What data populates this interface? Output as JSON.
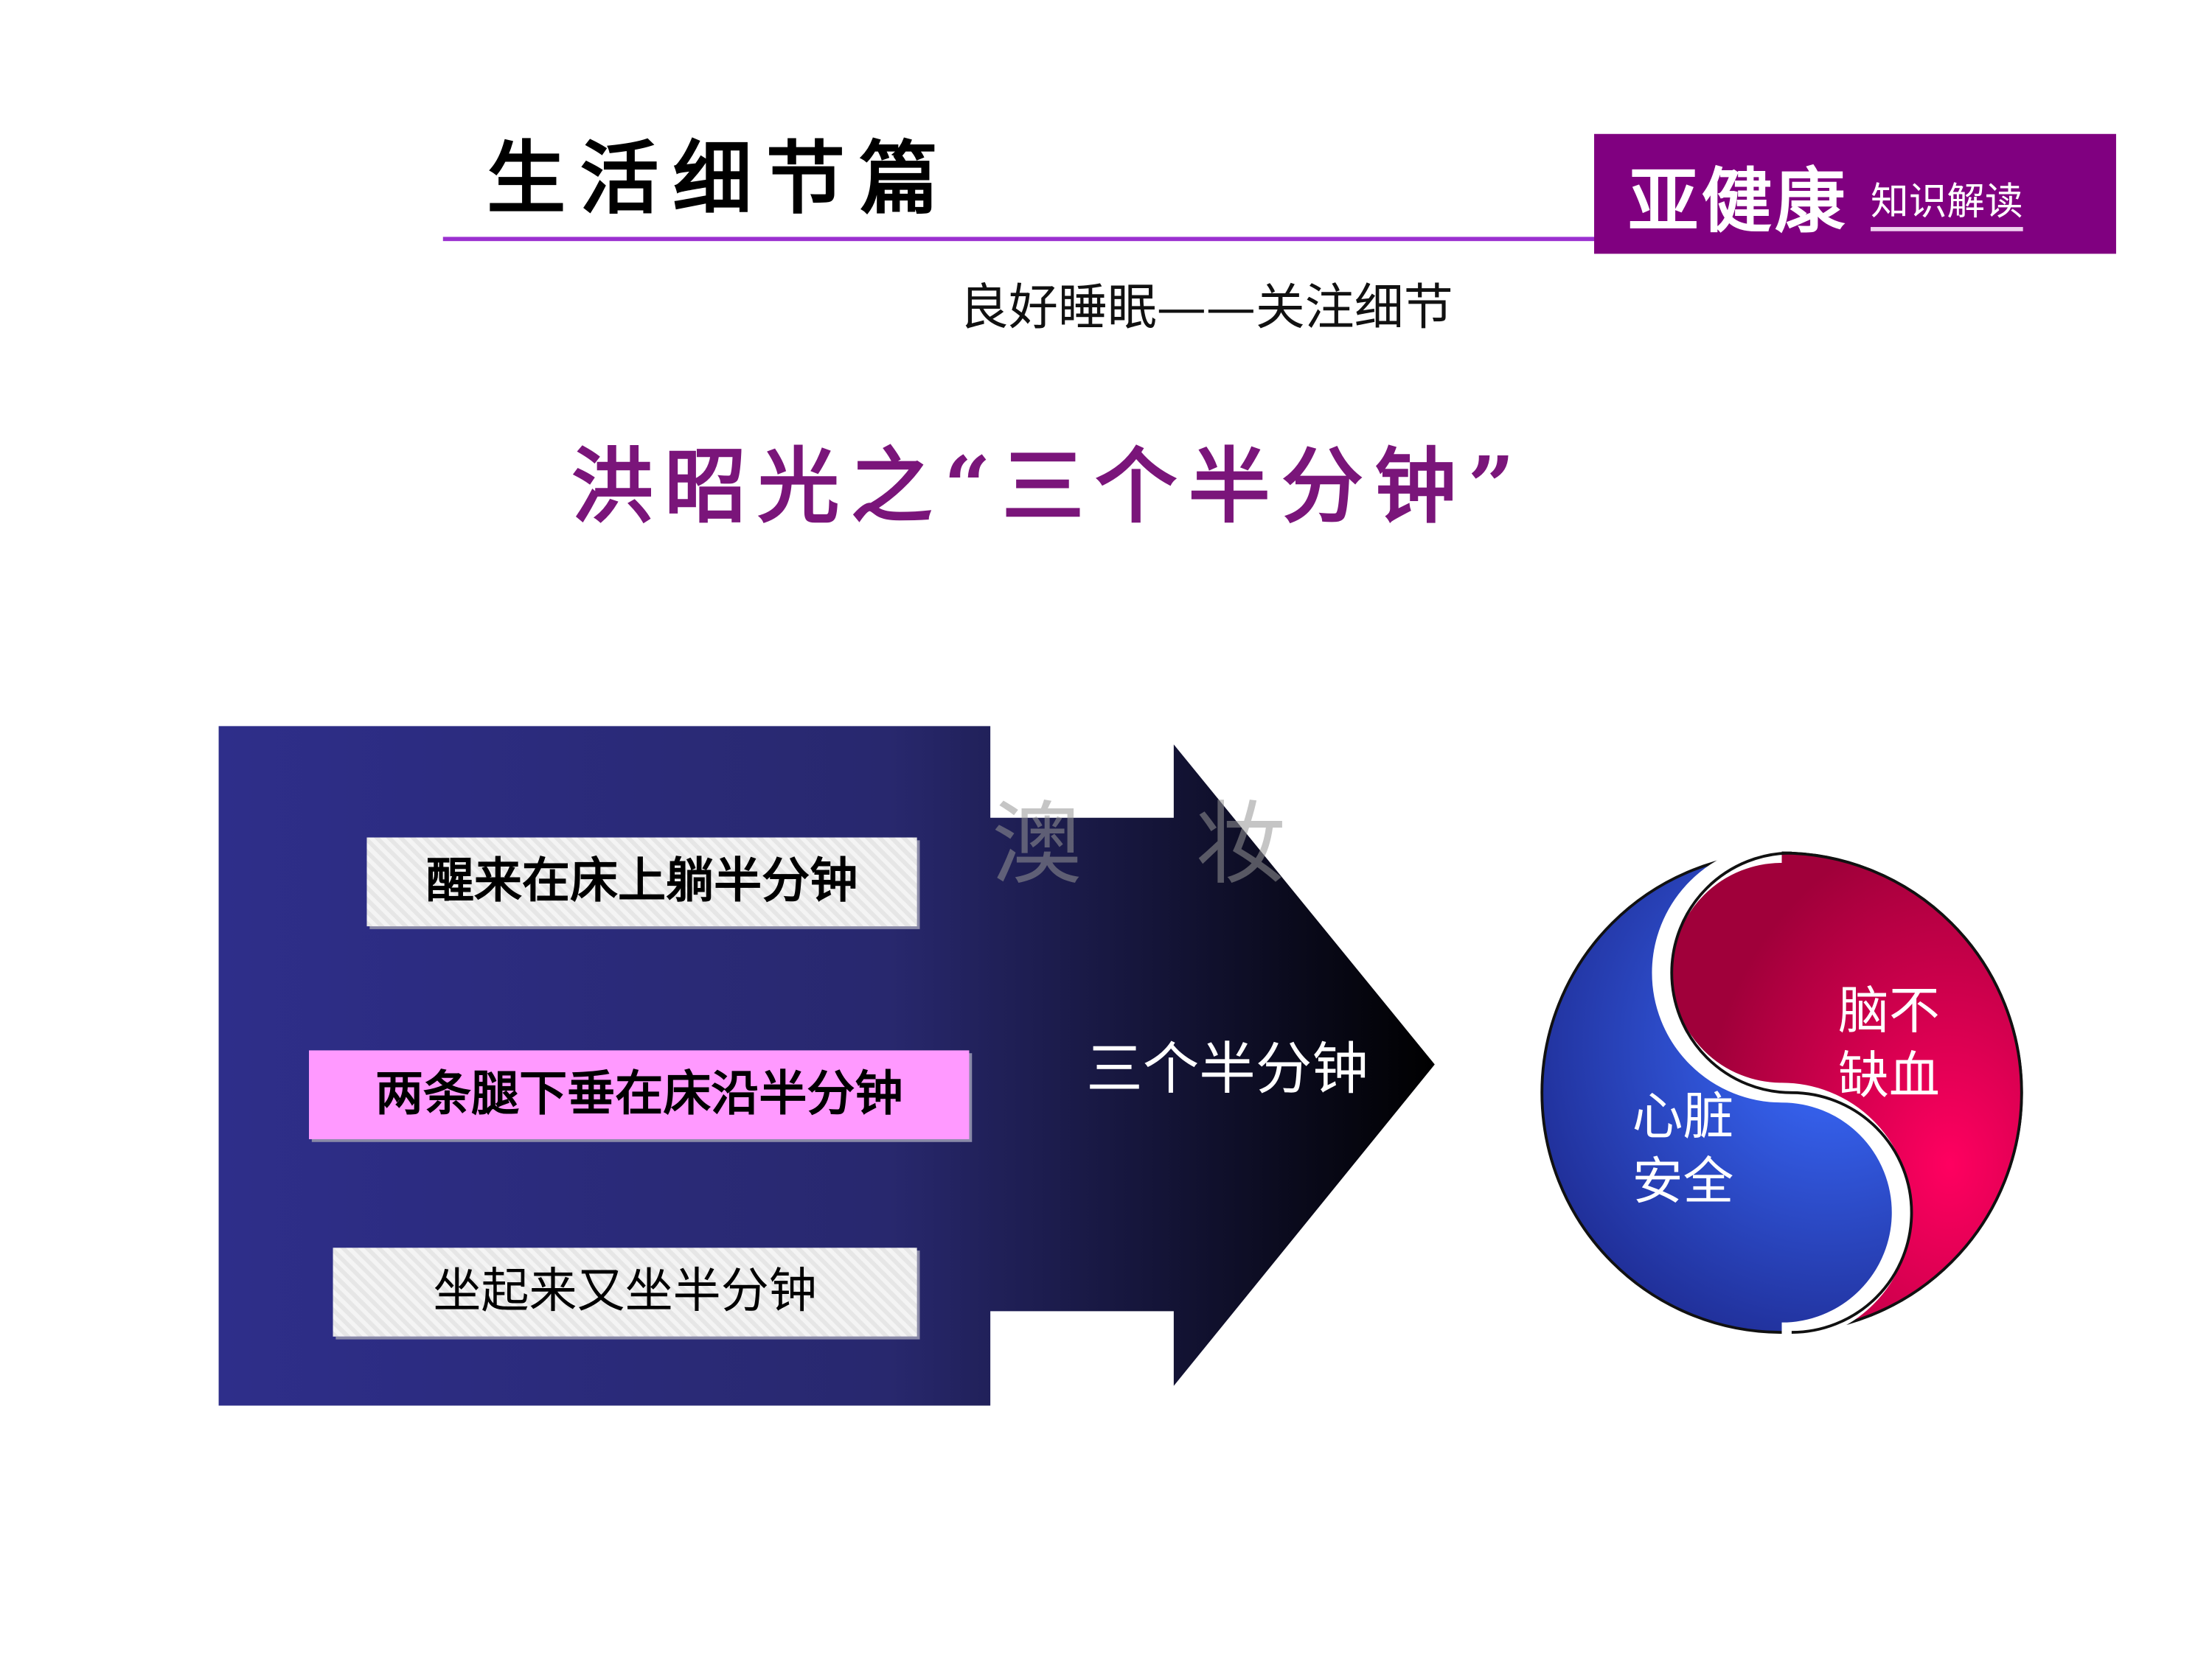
{
  "header": {
    "title": "生活细节篇",
    "badge_main": "亚健康",
    "badge_sub": "知识解读",
    "subtitle": "良好睡眠——关注细节"
  },
  "heading": "洪昭光之“三个半分钟”",
  "steps": [
    "醒来在床上躺半分钟",
    "两条腿下垂在床沿半分钟",
    "坐起来又坐半分钟"
  ],
  "arrow_label": "三个半分钟",
  "watermark": "澳 妆",
  "yin_yang": {
    "left_label": "心脏安全",
    "right_label": "脑不缺血"
  },
  "colors": {
    "purple": "#800080",
    "heading": "#7a157a",
    "blue": "#2e2e8a",
    "pink": "#ff99ff",
    "red": "#e8004a"
  }
}
